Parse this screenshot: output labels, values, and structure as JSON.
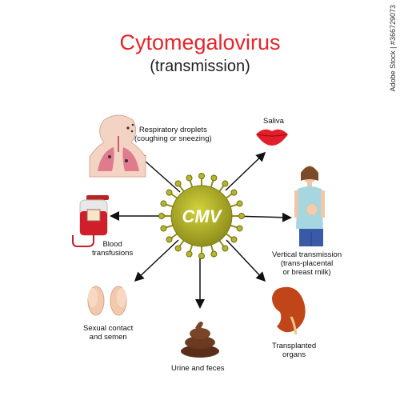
{
  "title": "Cytomegalovirus",
  "subtitle": "(transmission)",
  "center_label": "CMV",
  "routes": {
    "respiratory": {
      "line1": "Respiratory droplets",
      "line2": "(coughing or sneezing)",
      "icon": "lungs-icon"
    },
    "saliva": {
      "line1": "Saliva",
      "icon": "lips-icon"
    },
    "blood": {
      "line1": "Blood",
      "line2": "transfusions",
      "icon": "blood-bag-icon"
    },
    "vertical": {
      "line1": "Vertical transmission",
      "line2": "(trans-placental",
      "line3": "or breast milk)",
      "icon": "pregnant-woman-icon"
    },
    "sexual": {
      "line1": "Sexual contact",
      "line2": "and semen",
      "icon": "feet-icon"
    },
    "urine": {
      "line1": "Urine and feces",
      "icon": "feces-icon"
    },
    "organs": {
      "line1": "Transplanted",
      "line2": "organs",
      "icon": "kidney-icon"
    }
  },
  "watermark": "Adobe Stock | #366729073",
  "colors": {
    "title": "#e8232a",
    "virus": "#b7b62b",
    "arrow": "#111111"
  }
}
